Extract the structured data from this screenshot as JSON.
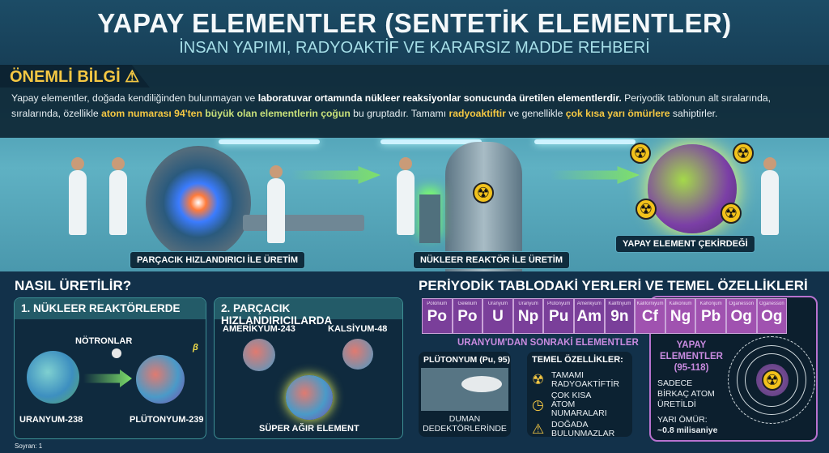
{
  "header": {
    "title": "YAPAY ELEMENTLER  (SENTETİK ELEMENTLER)",
    "subtitle": "İNSAN YAPIMI, RADYOAKTİF VE KARARSIZ MADDE REHBERİ"
  },
  "info": {
    "title": "ÖNEMLİ BİLGİ",
    "icon": "warning-icon",
    "p1": "Yapay elementler, doğada kendiliğinden bulunmayan ve ",
    "p1b": "laboratuvar ortamında nükleer reaksiyonlar sonucunda üretilen elementlerdir.",
    "p1c": " Periyodik tablonun alt sıralarında, sıralarında, özellikle ",
    "p2a": "atom numarası 94'ten",
    "p2b": " büyük olan elementlerin çoğun",
    "p2c": " bu gruptadır. Tamamı ",
    "p2d": "radyoaktiftir",
    "p2e": " ve genellikle ",
    "p2f": "çok kısa yarı ömürlere",
    "p2g": " sahiptirler."
  },
  "scene": {
    "label_accelerator": "PARÇACIK HIZLANDIRICI İLE ÜRETİM",
    "label_reactor": "NÜKLEER REAKTÖR İLE ÜRETİM",
    "label_nucleus": "YAPAY ELEMENT ÇEKİRDEĞİ"
  },
  "production": {
    "title": "NASIL ÜRETİLİR?",
    "reactor": {
      "title": "1. NÜKLEER REAKTÖRLERDE",
      "neutrons": "NÖTRONLAR",
      "beta": "β",
      "from": "URANYUM-238",
      "to": "PLÜTONYUM-239"
    },
    "accelerator": {
      "title": "2. PARÇACIK HIZLANDIRICILARDA",
      "a": "AMERİKYUM-243",
      "b": "KALSİYUM-48",
      "result": "SÜPER AĞIR ELEMENT"
    },
    "source": "Soyran: 1"
  },
  "periodic": {
    "title": "PERİYODİK TABLODAKİ YERLERİ VE TEMEL ÖZELLİKLERİ",
    "cells": [
      {
        "name": "Polonium",
        "symbol": "Po"
      },
      {
        "name": "Gelelium",
        "symbol": "Po"
      },
      {
        "name": "Uranyum",
        "symbol": "U"
      },
      {
        "name": "Uranyum",
        "symbol": "Np"
      },
      {
        "name": "Plütonyum",
        "symbol": "Pu"
      },
      {
        "name": "Amerikyum",
        "symbol": "Am"
      },
      {
        "name": "Kaliftnyum",
        "symbol": "9n"
      },
      {
        "name": "Kaliforniyum",
        "symbol": "Cf"
      },
      {
        "name": "Kalkonium",
        "symbol": "Ng"
      },
      {
        "name": "Kahonjum",
        "symbol": "Pb"
      },
      {
        "name": "Oganesson",
        "symbol": "Og"
      },
      {
        "name": "Oganesson",
        "symbol": "Og"
      }
    ],
    "after_uranium": "URANYUM'DAN SONRAKİ ELEMENTLER",
    "plutonium": {
      "title": "PLÜTONYUM (Pu, 95)",
      "caption1": "DUMAN",
      "caption2": "DEDEKTÖRLERİNDE"
    },
    "features": {
      "title": "TEMEL ÖZELLİKLER:",
      "items": [
        {
          "icon": "radiation-icon",
          "l1": "TAMAMI",
          "l2": "RADYOAKTİFTİR"
        },
        {
          "icon": "gauge-icon",
          "l1": "ÇOK KISA",
          "l2": "ATOM NUMARALARI"
        },
        {
          "icon": "warning-icon",
          "l1": "DOĞADA",
          "l2": "BULUNMAZLAR"
        }
      ]
    },
    "synthetic": {
      "l1": "YAPAY",
      "l2": "ELEMENTLER",
      "l3": "(95-118)",
      "d1": "SADECE",
      "d2": "BİRKAÇ ATOM",
      "d3": "ÜRETİLDİ",
      "h1": "YARI ÖMÜR:",
      "h2": "~0.8 milisaniye"
    }
  },
  "colors": {
    "accent": "#f5c843",
    "purple": "#a052b0",
    "green": "#7ee06a",
    "panel": "#235b68"
  }
}
